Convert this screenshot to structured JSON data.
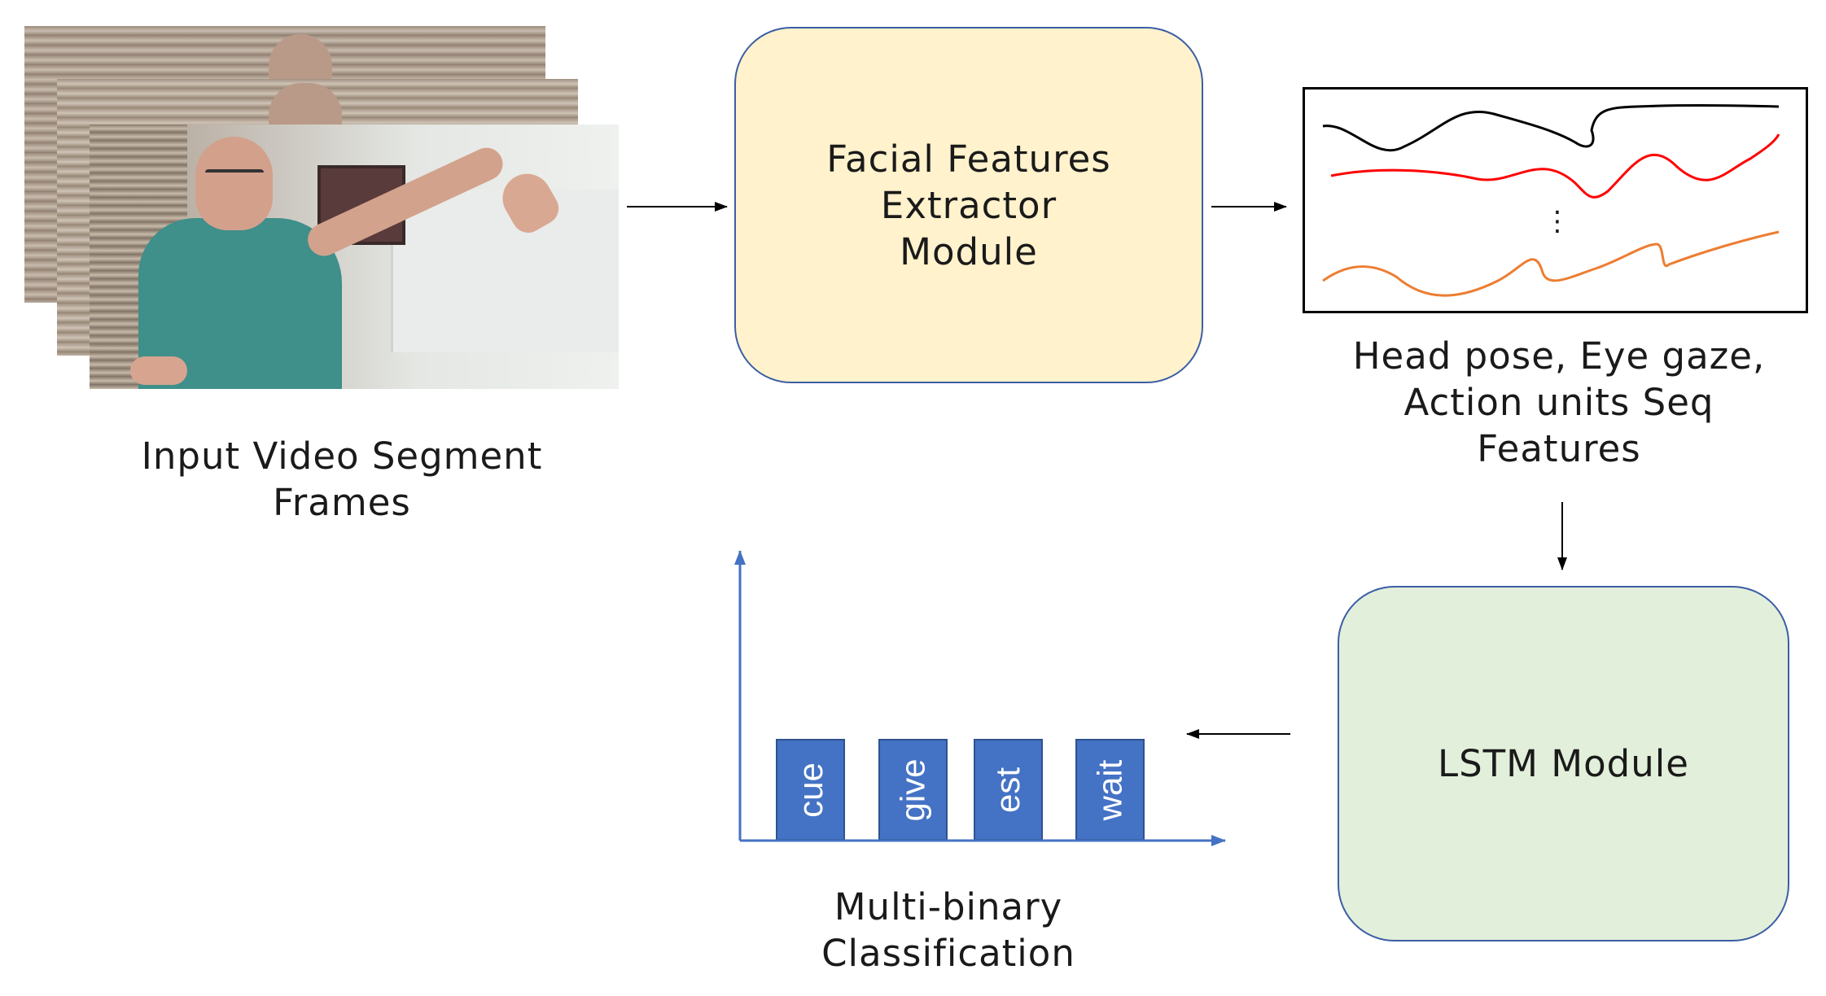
{
  "input": {
    "caption_lines": [
      "Input Video Segment",
      "Frames"
    ]
  },
  "extractor": {
    "lines": [
      "Facial Features",
      "Extractor",
      "Module"
    ],
    "fill": "#fff2cc"
  },
  "features": {
    "caption_lines": [
      "Head pose, Eye gaze,",
      "Action units Seq",
      "Features"
    ],
    "ellipsis": "⋮",
    "line_colors": [
      "#000000",
      "#ff0000",
      "#ed7d31"
    ]
  },
  "lstm": {
    "label": "LSTM Module",
    "fill": "#e2efda"
  },
  "classification": {
    "caption_lines": [
      "Multi-binary",
      "Classification"
    ],
    "bar_labels": [
      "cue",
      "give",
      "est",
      "wait"
    ],
    "bar_color": "#4472c4",
    "axis_color": "#4472c4"
  }
}
